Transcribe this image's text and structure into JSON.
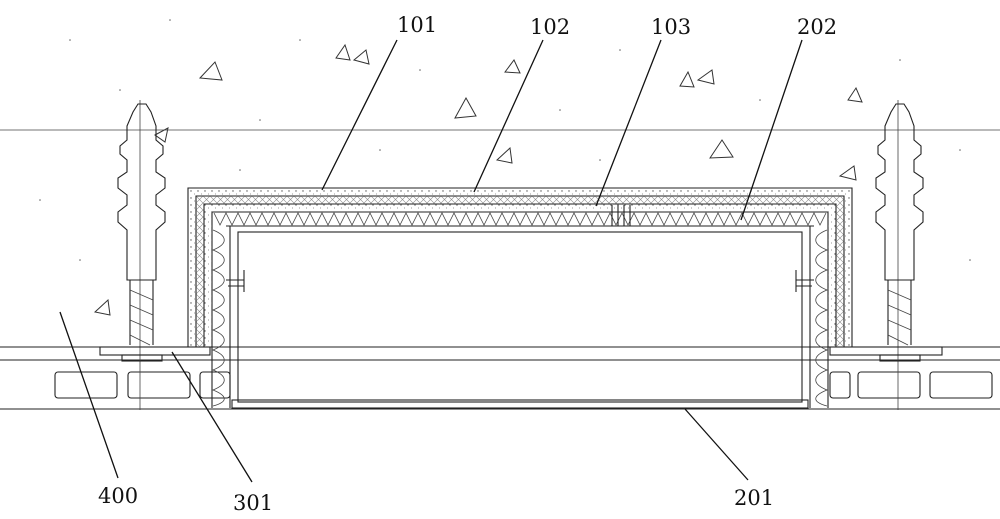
{
  "drawing": {
    "labels": {
      "l101": "101",
      "l102": "102",
      "l103": "103",
      "l202": "202",
      "l400": "400",
      "l301": "301",
      "l201": "201"
    }
  }
}
